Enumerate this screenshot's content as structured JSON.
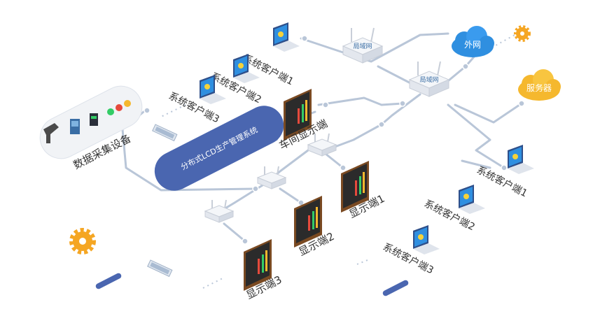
{
  "labels": {
    "data_collection": "数据采集设备",
    "central_system": "分布式LCD生产管理系统",
    "workshop_display": "车间显示端",
    "display1": "显示端1",
    "display2": "显示端2",
    "display3": "显示端3",
    "client1_top": "系统客户端1",
    "client2_top": "系统客户端2",
    "client3_top": "系统客户端3",
    "client1_right": "系统客户端1",
    "client2_right": "系统客户端2",
    "client3_right": "系统客户端3",
    "router_top": "局域网",
    "router_mid": "局域网",
    "cloud_external": "外网",
    "cloud_server": "服务器"
  },
  "colors": {
    "line": "#b9c6d8",
    "system_bar": "#4a66b0",
    "cloud_external": "#2f8fe0",
    "cloud_server": "#f5b82e",
    "gear": "#f5a623",
    "screen_frame": "#7a4a22"
  }
}
